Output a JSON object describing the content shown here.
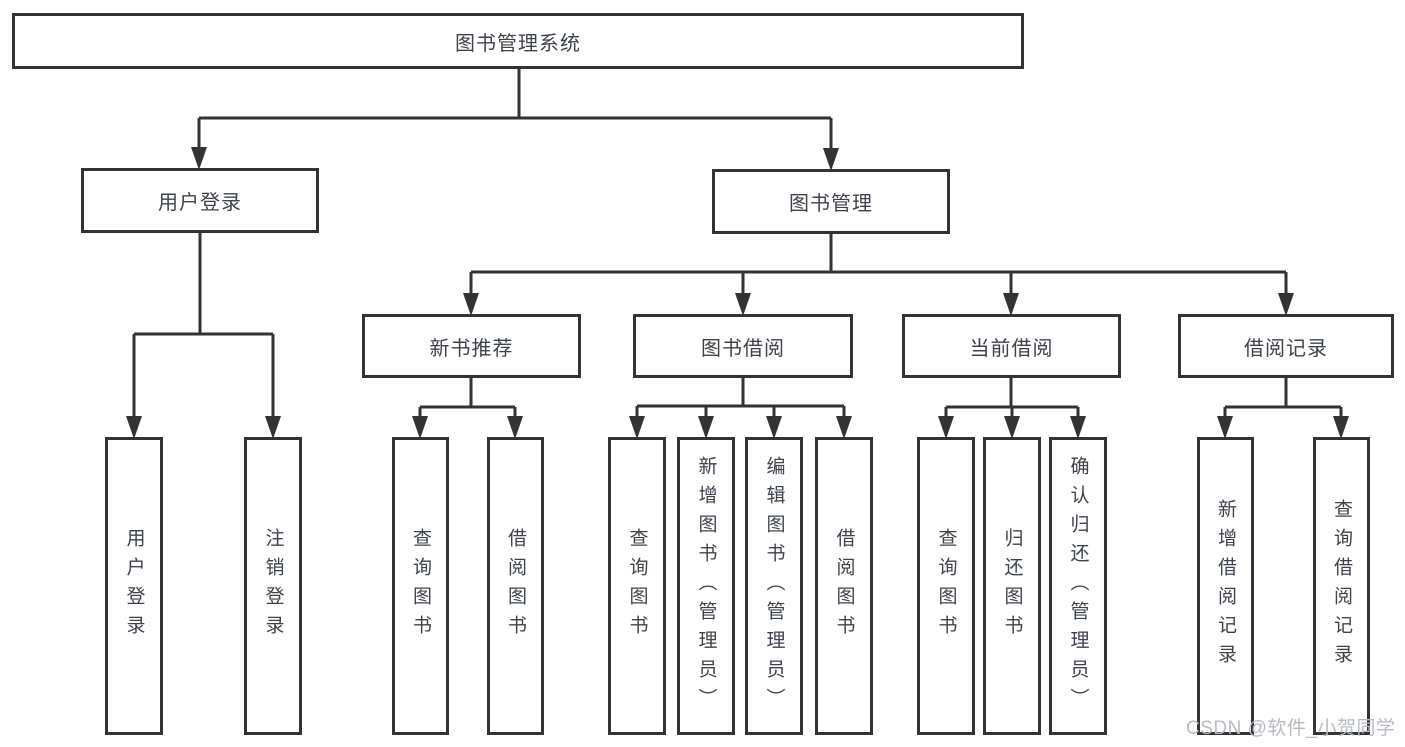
{
  "root": {
    "label": "图书管理系统"
  },
  "branches": [
    {
      "label": "用户登录",
      "children": [
        {
          "label": "用户登录"
        },
        {
          "label": "注销登录"
        }
      ]
    },
    {
      "label": "图书管理",
      "children": [
        {
          "label": "新书推荐",
          "children": [
            {
              "label": "查询图书"
            },
            {
              "label": "借阅图书"
            }
          ]
        },
        {
          "label": "图书借阅",
          "children": [
            {
              "label": "查询图书"
            },
            {
              "label": "新增图书（管理员）"
            },
            {
              "label": "编辑图书（管理员）"
            },
            {
              "label": "借阅图书"
            }
          ]
        },
        {
          "label": "当前借阅",
          "children": [
            {
              "label": "查询图书"
            },
            {
              "label": "归还图书"
            },
            {
              "label": "确认归还（管理员）"
            }
          ]
        },
        {
          "label": "借阅记录",
          "children": [
            {
              "label": "新增借阅记录"
            },
            {
              "label": "查询借阅记录"
            }
          ]
        }
      ]
    }
  ],
  "watermark": {
    "text": "CSDN @软件_小贺同学"
  },
  "colors": {
    "line": "#333333",
    "text": "#3e434b",
    "watermark": "#b7bbc2",
    "background": "#ffffff"
  }
}
